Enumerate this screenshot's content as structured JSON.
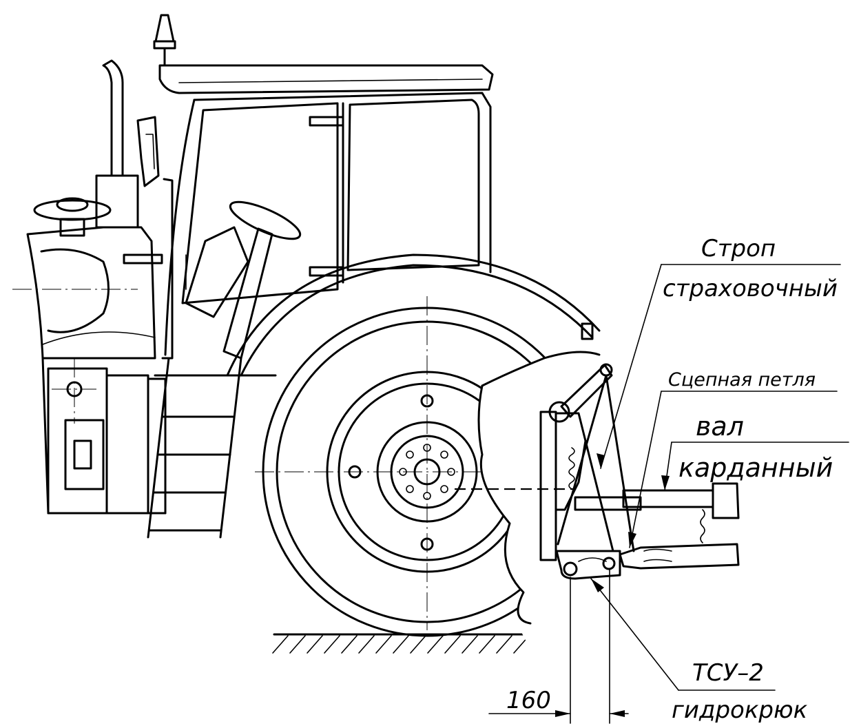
{
  "drawing": {
    "subject_icon": "tractor-side-view",
    "colors": {
      "line": "#000000",
      "background": "#ffffff"
    }
  },
  "callouts": {
    "strap_line1": "Строп",
    "strap_line2": "страховочный",
    "loop": "Сцепная петля",
    "shaft_line1": "вал",
    "shaft_line2": "карданный",
    "hook_line1": "ТСУ–2",
    "hook_line2": "гидрокрюк"
  },
  "dimension": {
    "value": "160"
  }
}
